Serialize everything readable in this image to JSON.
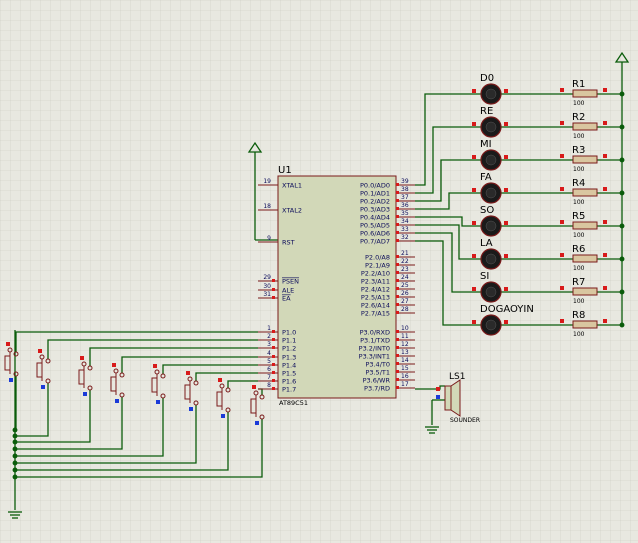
{
  "chip": {
    "ref": "U1",
    "part": "AT89C51",
    "left_pins": [
      {
        "num": "19",
        "name": "XTAL1"
      },
      {
        "num": "18",
        "name": "XTAL2"
      },
      {
        "num": "9",
        "name": "RST"
      },
      {
        "num": "29",
        "name": "PSEN"
      },
      {
        "num": "30",
        "name": "ALE"
      },
      {
        "num": "31",
        "name": "EA"
      },
      {
        "num": "1",
        "name": "P1.0"
      },
      {
        "num": "2",
        "name": "P1.1"
      },
      {
        "num": "3",
        "name": "P1.2"
      },
      {
        "num": "4",
        "name": "P1.3"
      },
      {
        "num": "5",
        "name": "P1.4"
      },
      {
        "num": "6",
        "name": "P1.5"
      },
      {
        "num": "7",
        "name": "P1.6"
      },
      {
        "num": "8",
        "name": "P1.7"
      }
    ],
    "right_pins": [
      {
        "num": "39",
        "name": "P0.0/AD0"
      },
      {
        "num": "38",
        "name": "P0.1/AD1"
      },
      {
        "num": "37",
        "name": "P0.2/AD2"
      },
      {
        "num": "36",
        "name": "P0.3/AD3"
      },
      {
        "num": "35",
        "name": "P0.4/AD4"
      },
      {
        "num": "34",
        "name": "P0.5/AD5"
      },
      {
        "num": "33",
        "name": "P0.6/AD6"
      },
      {
        "num": "32",
        "name": "P0.7/AD7"
      },
      {
        "num": "21",
        "name": "P2.0/A8"
      },
      {
        "num": "22",
        "name": "P2.1/A9"
      },
      {
        "num": "23",
        "name": "P2.2/A10"
      },
      {
        "num": "24",
        "name": "P2.3/A11"
      },
      {
        "num": "25",
        "name": "P2.4/A12"
      },
      {
        "num": "26",
        "name": "P2.5/A13"
      },
      {
        "num": "27",
        "name": "P2.6/A14"
      },
      {
        "num": "28",
        "name": "P2.7/A15"
      },
      {
        "num": "10",
        "name": "P3.0/RXD"
      },
      {
        "num": "11",
        "name": "P3.1/TXD"
      },
      {
        "num": "12",
        "name": "P3.2/INT0"
      },
      {
        "num": "13",
        "name": "P3.3/INT1"
      },
      {
        "num": "14",
        "name": "P3.4/T0"
      },
      {
        "num": "15",
        "name": "P3.5/T1"
      },
      {
        "num": "16",
        "name": "P3.6/WR"
      },
      {
        "num": "17",
        "name": "P3.7/RD"
      }
    ]
  },
  "leds": [
    "D0",
    "RE",
    "MI",
    "FA",
    "SO",
    "LA",
    "SI",
    "DOGAOYIN"
  ],
  "resistors": [
    {
      "ref": "R1",
      "value": "100"
    },
    {
      "ref": "R2",
      "value": "100"
    },
    {
      "ref": "R3",
      "value": "100"
    },
    {
      "ref": "R4",
      "value": "100"
    },
    {
      "ref": "R5",
      "value": "100"
    },
    {
      "ref": "R6",
      "value": "100"
    },
    {
      "ref": "R7",
      "value": "100"
    },
    {
      "ref": "R8",
      "value": "100"
    }
  ],
  "sounder": {
    "ref": "LS1",
    "label": "SOUNDER"
  },
  "colors": {
    "background": "#e8e8e0",
    "grid": "#c9c9c0",
    "wire": "#0a5c0a",
    "chip_body": "#d2d8b8",
    "outline": "#7a1a1a",
    "pin_text": "#0a0a5a",
    "label": "#000000"
  }
}
